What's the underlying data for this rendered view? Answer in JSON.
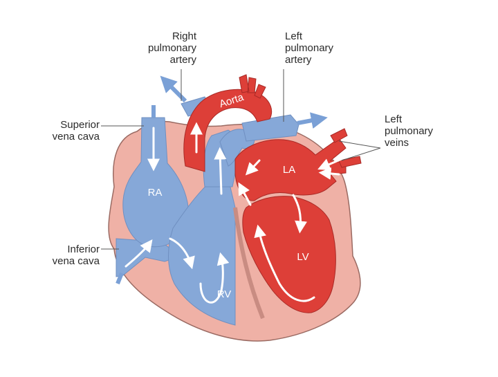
{
  "labels": {
    "right_pulmonary_artery": [
      "Right",
      "pulmonary",
      "artery"
    ],
    "left_pulmonary_artery": [
      "Left",
      "pulmonary",
      "artery"
    ],
    "superior_vena_cava": [
      "Superior",
      "vena cava"
    ],
    "left_pulmonary_veins": [
      "Left",
      "pulmonary",
      "veins"
    ],
    "inferior_vena_cava": [
      "Inferior",
      "vena cava"
    ]
  },
  "chambers": {
    "aorta": "Aorta",
    "ra": "RA",
    "la": "LA",
    "rv": "RV",
    "lv": "LV"
  },
  "colors": {
    "deoxygenated_blood": "#86a8d8",
    "oxygenated_blood": "#dd3f38",
    "heart_wall": "#efb1a6",
    "outline": "#9a6a62",
    "flow_arrow": "#ffffff",
    "leader_line": "#555555"
  }
}
